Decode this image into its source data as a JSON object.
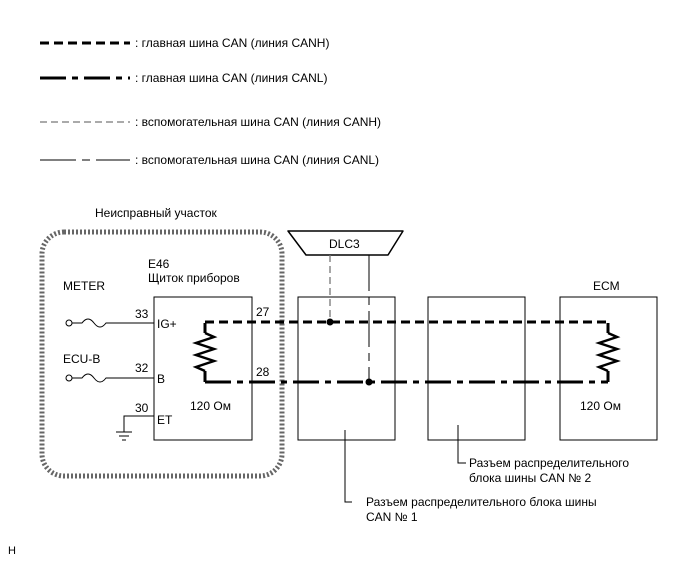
{
  "legend": [
    {
      "text": ": главная шина CAN (линия CANH)",
      "style": "heavy-dashed"
    },
    {
      "text": ": главная шина CAN (линия CANL)",
      "style": "heavy-dash-dot"
    },
    {
      "text": ": вспомогательная шина CAN (линия CANH)",
      "style": "thin-dashed"
    },
    {
      "text": ": вспомогательная шина CAN (линия CANL)",
      "style": "thin-dash-dot"
    }
  ],
  "fault_area_label": "Неисправный участок",
  "meter": {
    "group_label": "METER",
    "connector": "E46",
    "name": "Щиток приборов",
    "pins": {
      "ig_num": "33",
      "ig_name": "IG+",
      "b_num": "32",
      "b_name": "B",
      "et_num": "30",
      "et_name": "ET",
      "canh_num": "27",
      "canl_num": "28"
    },
    "ecu_b_label": "ECU-B",
    "resistor": "120 Ом"
  },
  "dlc3_label": "DLC3",
  "ecm": {
    "label": "ECM",
    "resistor": "120 Ом"
  },
  "junction_2": {
    "line1": "Разъем распределительного",
    "line2": "блока шины CAN № 2"
  },
  "junction_1": {
    "line1": "Разъем распределительного блока шины",
    "line2": "CAN № 1"
  },
  "corner_mark": "H"
}
